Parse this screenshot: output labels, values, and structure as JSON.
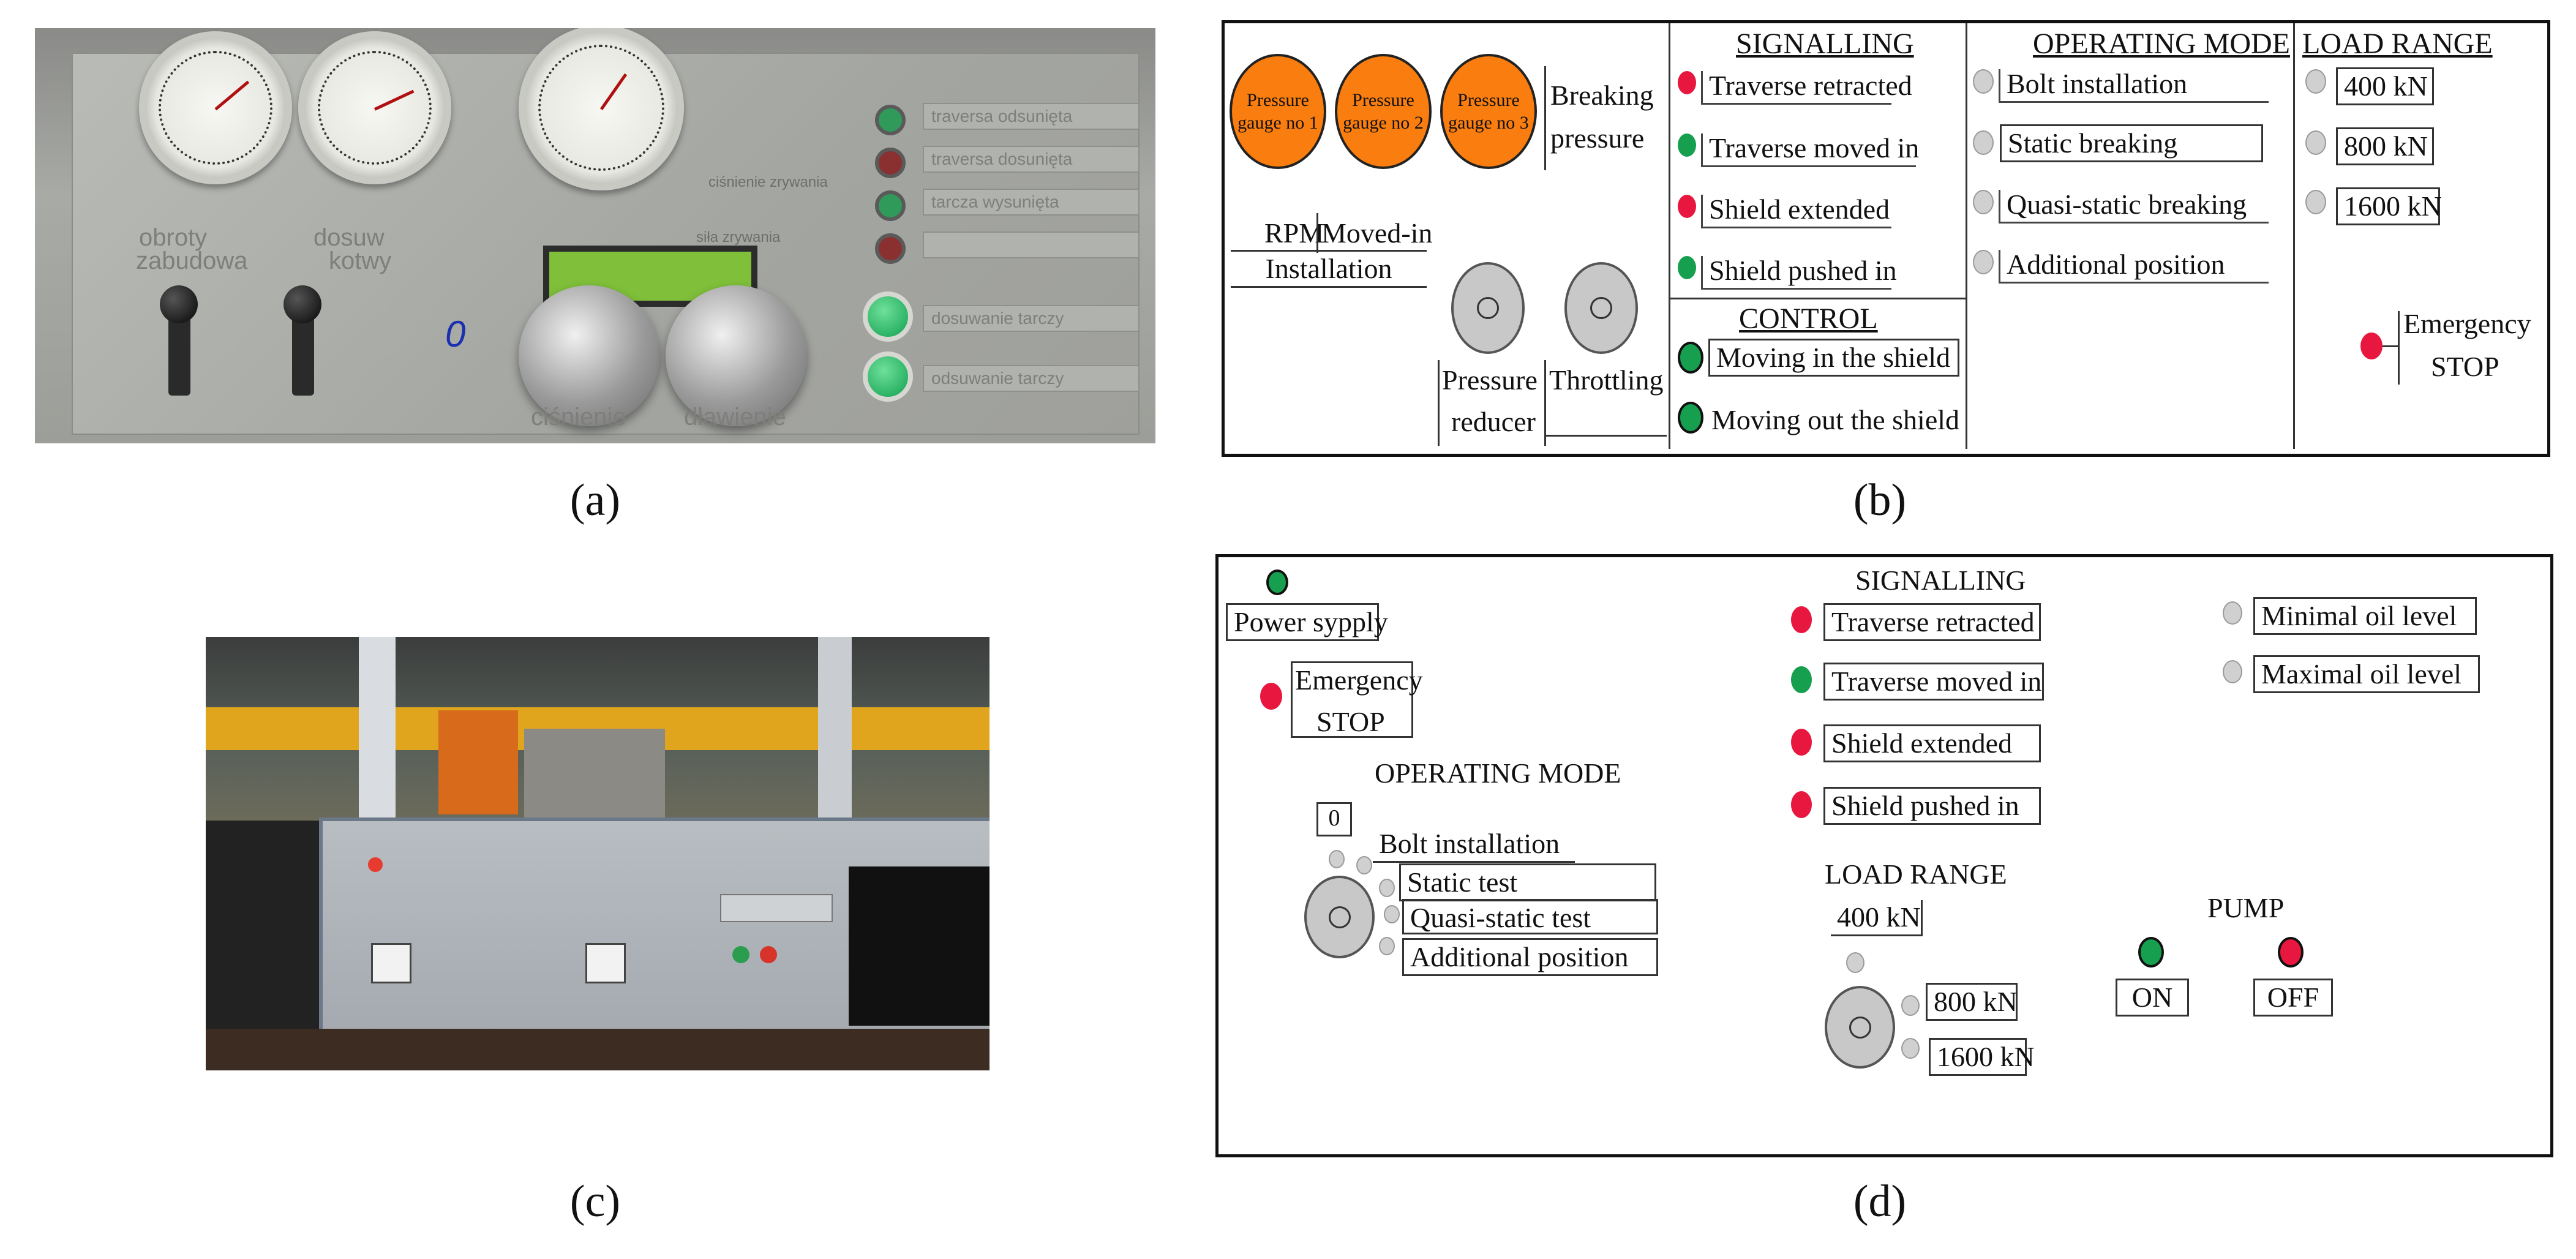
{
  "captions": {
    "a": "(a)",
    "b": "(b)",
    "c": "(c)",
    "d": "(d)"
  },
  "colors": {
    "signal_red": "#e8173f",
    "signal_green": "#159f4f",
    "indicator_grey": "#d0d0d0",
    "gauge_orange": "#f97d0f"
  },
  "photo_a": {
    "plate_labels": [
      "obroty",
      "zabudowa",
      "dosuw",
      "kotwy",
      "traversa odsunięta",
      "traversa dosunięta",
      "tarcza wysunięta",
      "dosuwanie tarczy",
      "odsuwanie tarczy",
      "ciśnienie",
      "dławienie",
      "ciśnienie zrywania",
      "siła zrywania"
    ],
    "marker_label": "0"
  },
  "panel_b": {
    "gauges": [
      "Pressure gauge no 1",
      "Pressure gauge no 2",
      "Pressure gauge no 3"
    ],
    "breaking_pressure": [
      "Breaking",
      "pressure"
    ],
    "rpm": "RPM",
    "moved_in": "Moved-in",
    "installation": "Installation",
    "pressure_reducer": [
      "Pressure",
      "reducer"
    ],
    "throttling": "Throttling",
    "signalling_title": "SIGNALLING",
    "signalling": [
      "Traverse retracted",
      "Traverse moved in",
      "Shield extended",
      "Shield pushed in"
    ],
    "control_title": "CONTROL",
    "control": [
      "Moving in the shield",
      "Moving out the shield"
    ],
    "operating_mode_title": "OPERATING MODE",
    "operating_mode": [
      "Bolt installation",
      "Static breaking",
      "Quasi-static breaking",
      "Additional position"
    ],
    "load_range_title": "LOAD RANGE",
    "load_range": [
      "400 kN",
      "800 kN",
      "1600 kN"
    ],
    "emergency": [
      "Emergency",
      "STOP"
    ]
  },
  "panel_d": {
    "power_supply": "Power sypply",
    "emergency": [
      "Emergency",
      "STOP"
    ],
    "operating_mode_title": "OPERATING MODE",
    "mode_zero": "0",
    "operating_mode": [
      "Bolt installation",
      "Static test",
      "Quasi-static test",
      "Additional position"
    ],
    "signalling_title": "SIGNALLING",
    "signalling": [
      "Traverse retracted",
      "Traverse moved in",
      "Shield extended",
      "Shield pushed in"
    ],
    "oil": [
      "Minimal oil level",
      "Maximal oil level"
    ],
    "load_range_title": "LOAD RANGE",
    "load_range": [
      "400 kN",
      "800 kN",
      "1600 kN"
    ],
    "pump_title": "PUMP",
    "pump": [
      "ON",
      "OFF"
    ]
  }
}
